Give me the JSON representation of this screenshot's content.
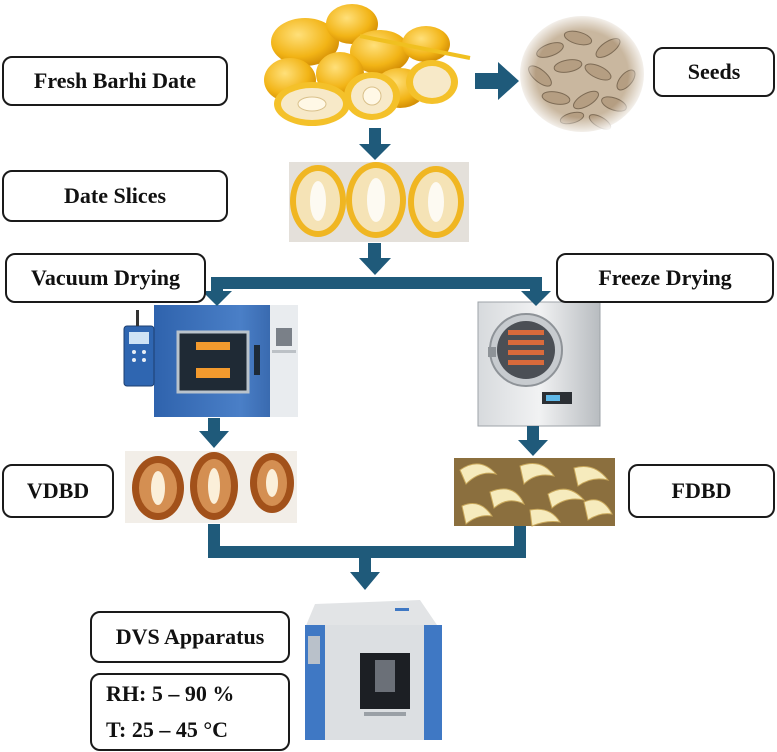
{
  "labels": {
    "fresh": "Fresh Barhi Date",
    "seeds": "Seeds",
    "slices": "Date Slices",
    "vacuum": "Vacuum Drying",
    "freeze": "Freeze Drying",
    "vdbd": "VDBD",
    "fdbd": "FDBD",
    "dvs": "DVS Apparatus",
    "rh": "RH: 5 – 90 %",
    "temp": "T: 25 – 45 °C"
  },
  "colors": {
    "arrow": "#1f5a7a",
    "date_yellow": "#f2b416",
    "date_flesh": "#f7e9c8",
    "seed": "#b9a489",
    "oven": "#3d6fb8",
    "steel": "#c8ccd0",
    "vd_slice": "#b55d1c",
    "fd_slice": "#f3e6b2"
  }
}
